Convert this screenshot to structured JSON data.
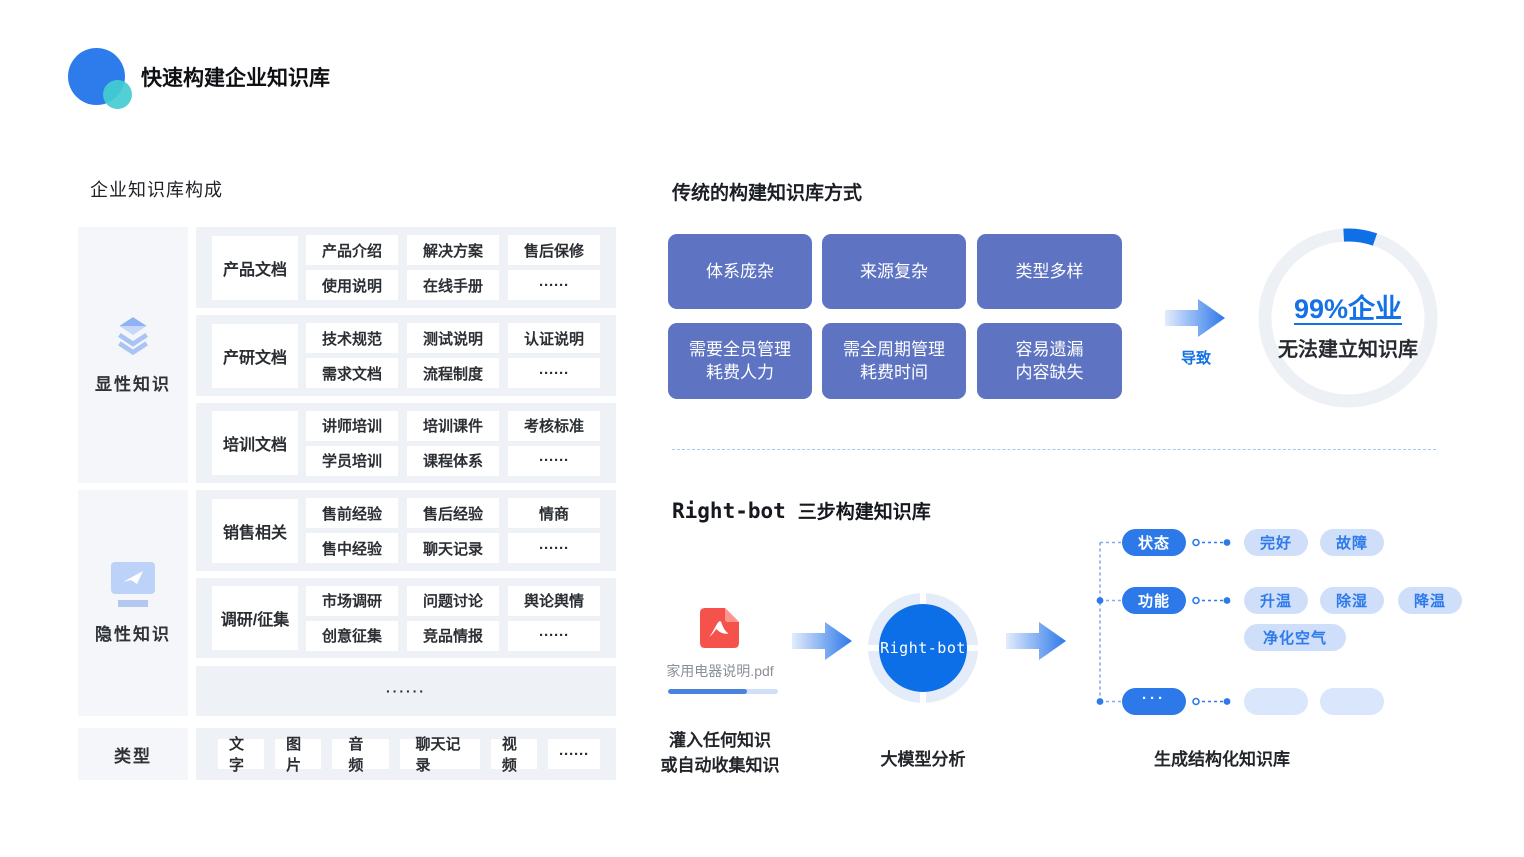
{
  "header": {
    "title": "快速构建企业知识库"
  },
  "left_panel": {
    "title": "企业知识库构成",
    "sidebar": [
      {
        "label": "显性知识",
        "icon": "layers-icon"
      },
      {
        "label": "隐性知识",
        "icon": "send-icon"
      },
      {
        "label": "类型"
      }
    ],
    "groups": [
      {
        "category": "产品文档",
        "row1": [
          "产品介绍",
          "解决方案",
          "售后保修"
        ],
        "row2": [
          "使用说明",
          "在线手册",
          "······"
        ]
      },
      {
        "category": "产研文档",
        "row1": [
          "技术规范",
          "测试说明",
          "认证说明"
        ],
        "row2": [
          "需求文档",
          "流程制度",
          "······"
        ]
      },
      {
        "category": "培训文档",
        "row1": [
          "讲师培训",
          "培训课件",
          "考核标准"
        ],
        "row2": [
          "学员培训",
          "课程体系",
          "······"
        ]
      },
      {
        "category": "销售相关",
        "row1": [
          "售前经验",
          "售后经验",
          "情商"
        ],
        "row2": [
          "售中经验",
          "聊天记录",
          "······"
        ]
      },
      {
        "category": "调研/征集",
        "row1": [
          "市场调研",
          "问题讨论",
          "舆论舆情"
        ],
        "row2": [
          "创意征集",
          "竞品情报",
          "······"
        ]
      }
    ],
    "ellipsis_row": "······",
    "type_row": {
      "items": [
        "文字",
        "图片",
        "音频",
        "聊天记录",
        "视频",
        "······"
      ]
    }
  },
  "traditional": {
    "title": "传统的构建知识库方式",
    "boxes": [
      {
        "lines": [
          "体系庞杂"
        ]
      },
      {
        "lines": [
          "来源复杂"
        ]
      },
      {
        "lines": [
          "类型多样"
        ]
      },
      {
        "lines": [
          "需要全员管理",
          "耗费人力"
        ]
      },
      {
        "lines": [
          "需全周期管理",
          "耗费时间"
        ]
      },
      {
        "lines": [
          "容易遗漏",
          "内容缺失"
        ]
      }
    ],
    "arrow_label": "导致",
    "stat_highlight": "99%企业",
    "stat_caption": "无法建立知识库"
  },
  "rightbot": {
    "title_en": "Right-bot",
    "title_zh": "三步构建知识库",
    "file": {
      "name": "家用电器说明.pdf",
      "icon": "pdf-icon",
      "progress_percent": 72
    },
    "step1_caption_line1": "灌入任何知识",
    "step1_caption_line2": "或自动收集知识",
    "bot_label": "Right-bot",
    "step2_caption": "大模型分析",
    "step3_caption": "生成结构化知识库",
    "tree": {
      "nodes": [
        {
          "label": "状态",
          "leaves": [
            "完好",
            "故障"
          ]
        },
        {
          "label": "功能",
          "leaves": [
            "升温",
            "除湿",
            "降温",
            "净化空气"
          ]
        },
        {
          "label": "···",
          "empty_leaf_count": 2
        }
      ]
    }
  },
  "colors": {
    "accent_blue": "#1472e6",
    "node_blue": "#2d79ea",
    "box_purple": "#5e74c2",
    "pdf_red": "#f4524b",
    "leaf_pill_bg": "#cfdffa",
    "logo_teal": "#43ccd1"
  }
}
